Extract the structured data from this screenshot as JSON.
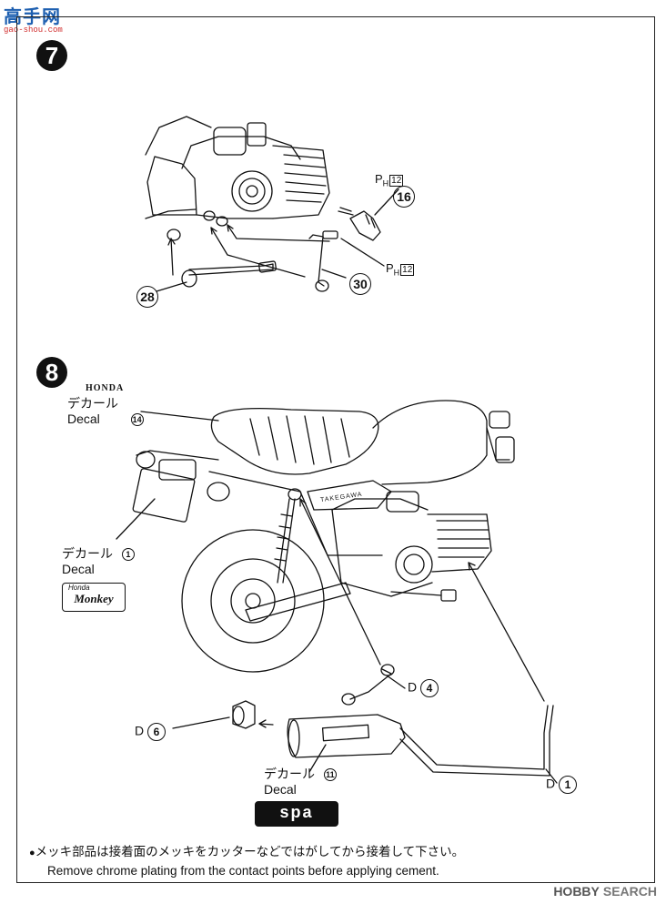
{
  "watermark_top": {
    "text": "高手网",
    "url": "gao-shou.com"
  },
  "watermark_bottom": {
    "brand": "HOBBY",
    "suffix": "SEARCH"
  },
  "step7": {
    "number": "7",
    "parts": [
      {
        "id": "16",
        "label": "16"
      },
      {
        "id": "28",
        "label": "28"
      },
      {
        "id": "30",
        "label": "30"
      }
    ],
    "paint_code_prefix": "P",
    "paint_code_sub": "H",
    "paint_code_num": "12"
  },
  "step8": {
    "number": "8",
    "decal_honda": {
      "brand": "HONDA",
      "jp": "デカール",
      "en": "Decal",
      "num": "14"
    },
    "decal_monkey": {
      "jp": "デカール",
      "en": "Decal",
      "num": "1",
      "badge_line1": "Honda",
      "badge_line2": "Monkey"
    },
    "decal_spa": {
      "jp": "デカール",
      "en": "Decal",
      "num": "11",
      "badge": "spa"
    },
    "tank_text": "TAKEGAWA",
    "parts": [
      {
        "id": "D4",
        "letter": "D",
        "num": "4"
      },
      {
        "id": "D6",
        "letter": "D",
        "num": "6"
      },
      {
        "id": "D1",
        "letter": "D",
        "num": "1"
      }
    ]
  },
  "note": {
    "jp": "メッキ部品は接着面のメッキをカッターなどではがしてから接着して下さい。",
    "en": "Remove chrome plating from the contact points before applying cement."
  }
}
